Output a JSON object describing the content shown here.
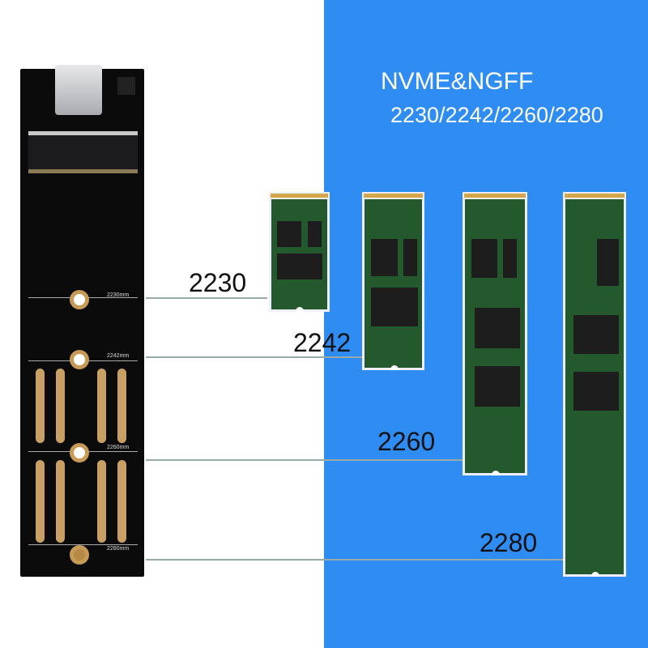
{
  "title": "NVME&NGFF",
  "subtitle": "2230/2242/2260/2280",
  "sizes": [
    "2230",
    "2242",
    "2260",
    "2280"
  ],
  "board_marks": [
    "2230mm",
    "2242mm",
    "2260mm",
    "2280mm"
  ],
  "colors": {
    "background_blue": "#2f8cf2",
    "pcb": "#0b0b0c",
    "ssd_green": "#24592d",
    "gold": "#d4a54a"
  }
}
